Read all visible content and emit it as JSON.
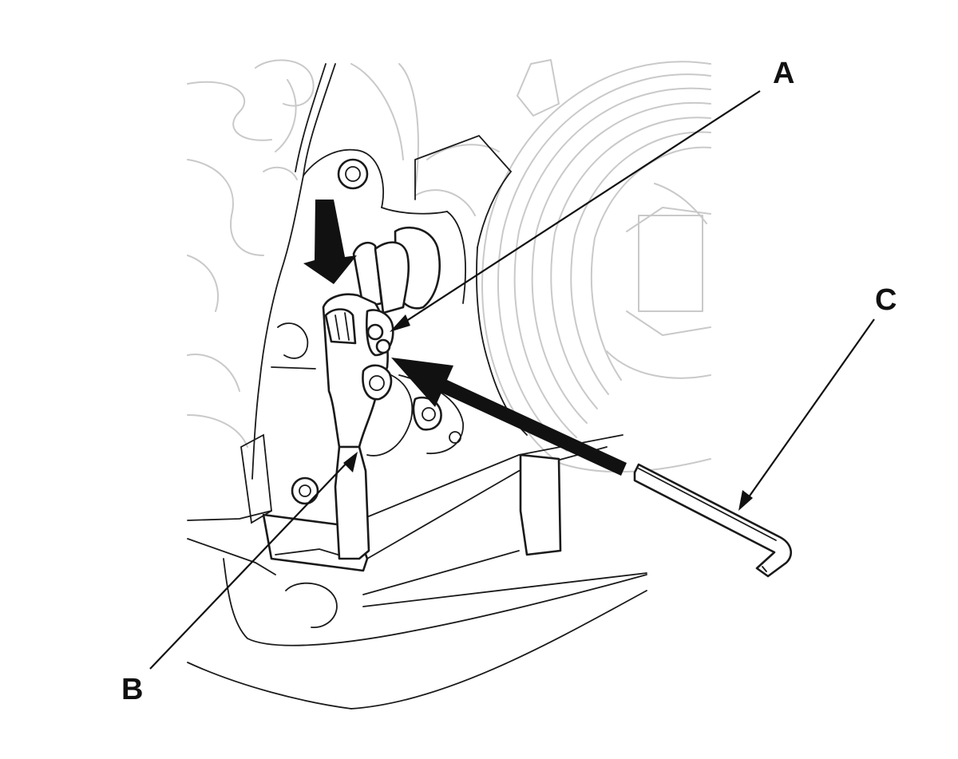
{
  "callouts": {
    "a": {
      "label": "A"
    },
    "b": {
      "label": "B"
    },
    "c": {
      "label": "C"
    }
  },
  "colors": {
    "line": "#1a1a1a",
    "ghost_line": "#c9c9c9",
    "background": "#ffffff"
  },
  "icons": {
    "push_direction": "down-arrow-icon",
    "insert_direction": "insert-arrow-icon"
  }
}
